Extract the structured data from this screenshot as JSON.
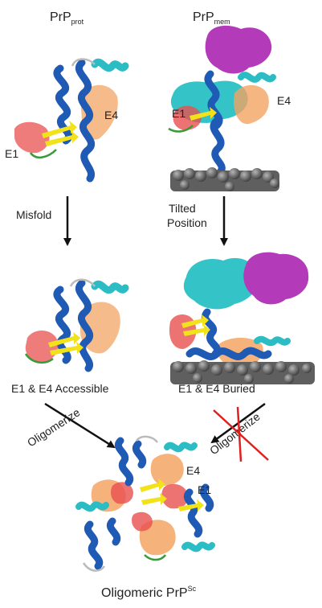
{
  "labels": {
    "prp_left_main": "PrP",
    "prp_left_sub": "prot",
    "prp_right_main": "PrP",
    "prp_right_sub": "mem",
    "e4_top_left": "E4",
    "e1_top_left": "E1",
    "e1_top_right": "E1",
    "e4_top_right": "E4",
    "misfold": "Misfold",
    "tilted_line1": "Tilted",
    "tilted_line2": "Position",
    "accessible": "E1 & E4 Accessible",
    "buried": "E1 & E4 Buried",
    "oligomerize_left": "Oligomerize",
    "oligomerize_right": "Oligomerize",
    "e4_bottom": "E4",
    "e1_bottom": "E1",
    "final_main": "Oligomeric PrP",
    "final_sup": "Sc"
  },
  "colors": {
    "helix_blue": "#1f5bb5",
    "helix_cyan": "#2bbcc4",
    "e1_red": "#e8504f",
    "e4_orange": "#f3a463",
    "strand_yellow": "#f2e21a",
    "loop_green": "#3a9a3a",
    "glycan_magenta": "#b33ab8",
    "glycan_cyan": "#34c3c6",
    "membrane_gray": "#6b6b6b",
    "cross_red": "#e0201e"
  }
}
